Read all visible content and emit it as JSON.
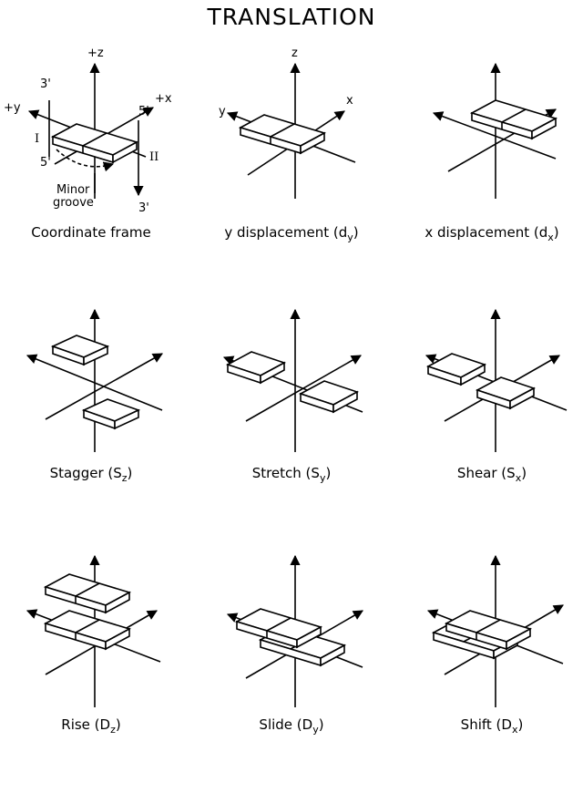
{
  "title": "TRANSLATION",
  "frame_labels": {
    "plus_y": "+y",
    "plus_z": "+z",
    "plus_x": "+x",
    "strand1": "I",
    "strand2": "II",
    "top_left_end": "3'",
    "bottom_left_end": "5'",
    "top_right_end": "5'",
    "bottom_right_end": "3'",
    "groove": "Minor\ngroove"
  },
  "axis_labels": {
    "y": "y",
    "z": "z",
    "x": "x"
  },
  "panels": [
    {
      "name": "Coordinate frame",
      "caption": "Coordinate frame",
      "sub": ""
    },
    {
      "name": "y displacement",
      "caption": "y displacement (d",
      "sub": "y"
    },
    {
      "name": "x displacement",
      "caption": "x displacement (d",
      "sub": "x"
    },
    {
      "name": "Stagger",
      "caption": "Stagger (S",
      "sub": "z"
    },
    {
      "name": "Stretch",
      "caption": "Stretch (S",
      "sub": "y"
    },
    {
      "name": "Shear",
      "caption": "Shear (S",
      "sub": "x"
    },
    {
      "name": "Rise",
      "caption": "Rise (D",
      "sub": "z"
    },
    {
      "name": "Slide",
      "caption": "Slide (D",
      "sub": "y"
    },
    {
      "name": "Shift",
      "caption": "Shift (D",
      "sub": "x"
    }
  ]
}
